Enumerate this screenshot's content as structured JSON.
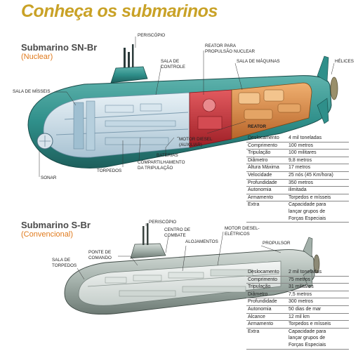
{
  "title": "Conheça os submarinos",
  "nuclear": {
    "name": "Submarino SN-Br",
    "type": "(Nuclear)",
    "labels": {
      "periscopio": "PERISCÓPIO",
      "sala_controle": "SALA DE\nCONTROLE",
      "reator_propulsao": "REATOR PARA\nPROPULSÃO NUCLEAR",
      "sala_maquinas": "SALA DE MÁQUINAS",
      "helices": "HÉLICES",
      "sala_misseis": "SALA DE MÍSSEIS",
      "reator": "REATOR",
      "motor_diesel": "MOTOR DIESEL\n(AUXILIAR)",
      "baterias": "BATERIAS",
      "compartilhamento": "COMPARTILHAMENTO\nDA TRIPULAÇÃO",
      "torpedos": "TORPEDOS",
      "sonar": "SONAR"
    },
    "specs": [
      {
        "k": "Deslocamento",
        "v": "4 mil toneladas"
      },
      {
        "k": "Comprimento",
        "v": "100 metros"
      },
      {
        "k": "Tripulação",
        "v": "100 militares"
      },
      {
        "k": "Diâmetro",
        "v": "9,8 metros"
      },
      {
        "k": "Altura Máxima",
        "v": "17 metros"
      },
      {
        "k": "Velocidade",
        "v": "25 nós (45 Km/hora)"
      },
      {
        "k": "Profundidade",
        "v": "350 metros"
      },
      {
        "k": "Autonomia",
        "v": "ilimitada"
      },
      {
        "k": "Armamento",
        "v": "Torpedos e mísseis"
      },
      {
        "k": "Extra",
        "v": "Capacidade para\nlançar grupos de\nForças Especiais"
      }
    ]
  },
  "convencional": {
    "name": "Submarino S-Br",
    "type": "(Convencional)",
    "labels": {
      "periscopio": "PERISCÓPIO",
      "centro_combate": "CENTRO DE\nCOMBATE",
      "motor_diesel_eletricos": "MOTOR DIESEL-\nELÉTRICOS",
      "propulsor": "PROPULSOR",
      "ponte_comando": "PONTE DE\nCOMANDO",
      "alojamentos": "ALOJAMENTOS",
      "sala_torpedos": "SALA DE\nTORPEDOS"
    },
    "specs": [
      {
        "k": "Deslocamento",
        "v": "2 mil toneladas"
      },
      {
        "k": "Comprimento",
        "v": "75 metros"
      },
      {
        "k": "Tripulação",
        "v": "31 militares"
      },
      {
        "k": "Diâmetro",
        "v": "7,5 metros"
      },
      {
        "k": "Profundidade",
        "v": "300 metros"
      },
      {
        "k": "Autonomia",
        "v": "50 dias de mar"
      },
      {
        "k": "Alcance",
        "v": "12 mil km"
      },
      {
        "k": "Armamento",
        "v": "Torpedos e mísseis"
      },
      {
        "k": "Extra",
        "v": "Capacidade para\nlançar grupos de\nForças Especiais"
      }
    ]
  },
  "colors": {
    "title": "#c9a227",
    "type_text": "#e07a1c",
    "hull": "#2f8f8a",
    "hull_dark": "#1d5f5c",
    "interior": "#c9dbe6",
    "reactor": "#c8323a",
    "engine": "#d98a3a"
  }
}
